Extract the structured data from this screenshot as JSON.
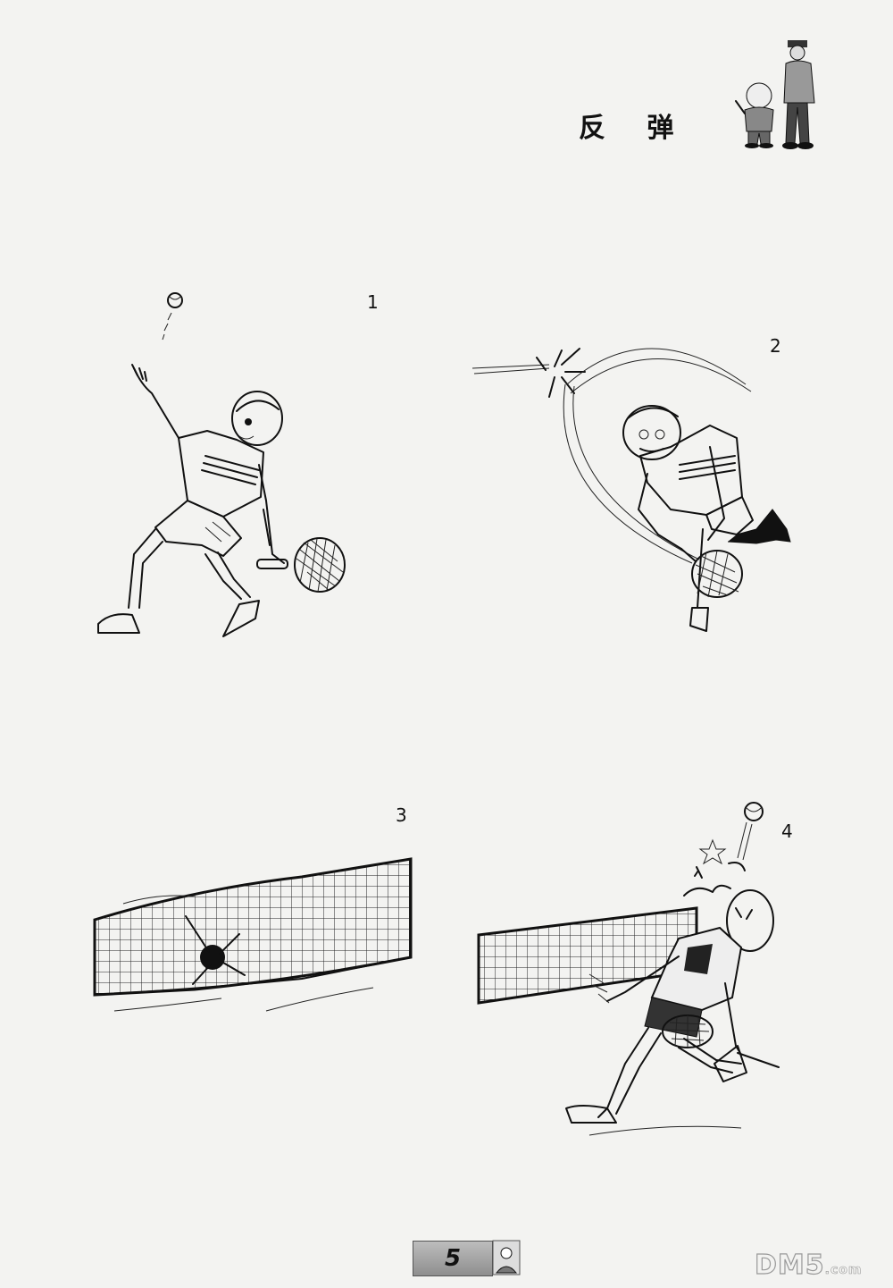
{
  "title": "反 弹",
  "panels": [
    {
      "number": "1"
    },
    {
      "number": "2"
    },
    {
      "number": "3"
    },
    {
      "number": "4"
    }
  ],
  "footer": {
    "page_number": "5"
  },
  "watermark": {
    "text": "DM5",
    "suffix": ".com"
  },
  "colors": {
    "ink": "#111111",
    "paper": "#f3f3f1",
    "tab": "#9a9a9a"
  }
}
